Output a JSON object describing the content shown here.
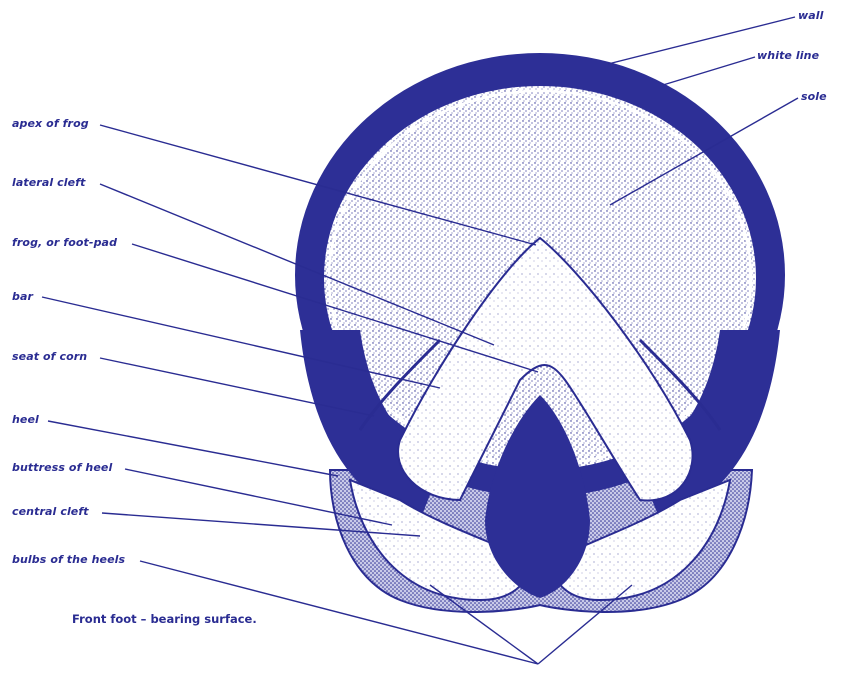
{
  "diagram": {
    "ink_color": "#2a2c92",
    "labels": {
      "wall": "wall",
      "white_line": "white line",
      "sole": "sole",
      "apex_of_frog": "apex of frog",
      "lateral_cleft": "lateral cleft",
      "frog_or_foot_pad": "frog, or foot-pad",
      "bar": "bar",
      "seat_of_corn": "seat of corn",
      "heel": "heel",
      "buttress_of_heel": "buttress of heel",
      "central_cleft": "central cleft",
      "bulbs_of_the_heels": "bulbs of the heels"
    },
    "caption": "Front foot – bearing surface."
  }
}
